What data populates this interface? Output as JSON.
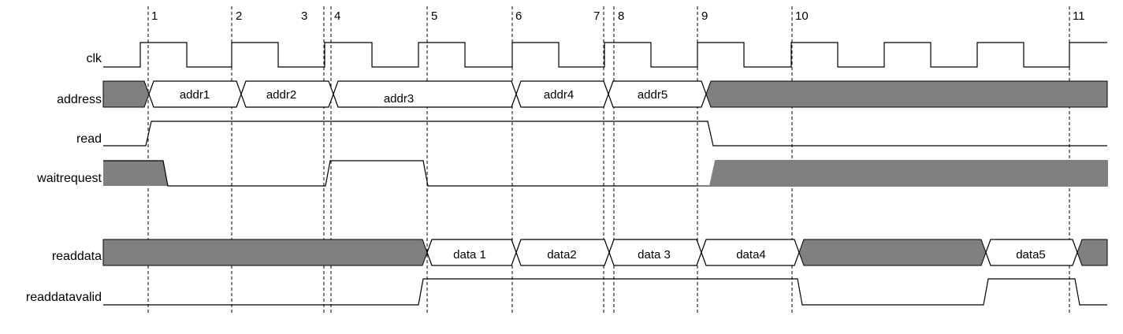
{
  "signals": [
    {
      "id": "clk",
      "label": "clk",
      "kind": "clock"
    },
    {
      "id": "address",
      "label": "address",
      "kind": "bus",
      "segments": [
        {
          "label": "",
          "undefined": true
        },
        {
          "label": "addr1"
        },
        {
          "label": "addr2"
        },
        {
          "label": "addr3"
        },
        {
          "label": "addr4"
        },
        {
          "label": "addr5"
        },
        {
          "label": "",
          "undefined": true
        }
      ]
    },
    {
      "id": "read",
      "label": "read",
      "kind": "bit"
    },
    {
      "id": "waitrequest",
      "label": "waitrequest",
      "kind": "bit"
    },
    {
      "id": "readdata",
      "label": "readdata",
      "kind": "bus",
      "segments": [
        {
          "label": "",
          "undefined": true
        },
        {
          "label": "data 1"
        },
        {
          "label": "data2"
        },
        {
          "label": "data 3"
        },
        {
          "label": "data4"
        },
        {
          "label": "",
          "undefined": true
        },
        {
          "label": "data5"
        },
        {
          "label": "",
          "undefined": true
        }
      ]
    },
    {
      "id": "readdatavalid",
      "label": "readdatavalid",
      "kind": "bit"
    }
  ],
  "markers": [
    "1",
    "2",
    "3",
    "4",
    "5",
    "6",
    "7",
    "8",
    "9",
    "10",
    "11"
  ]
}
